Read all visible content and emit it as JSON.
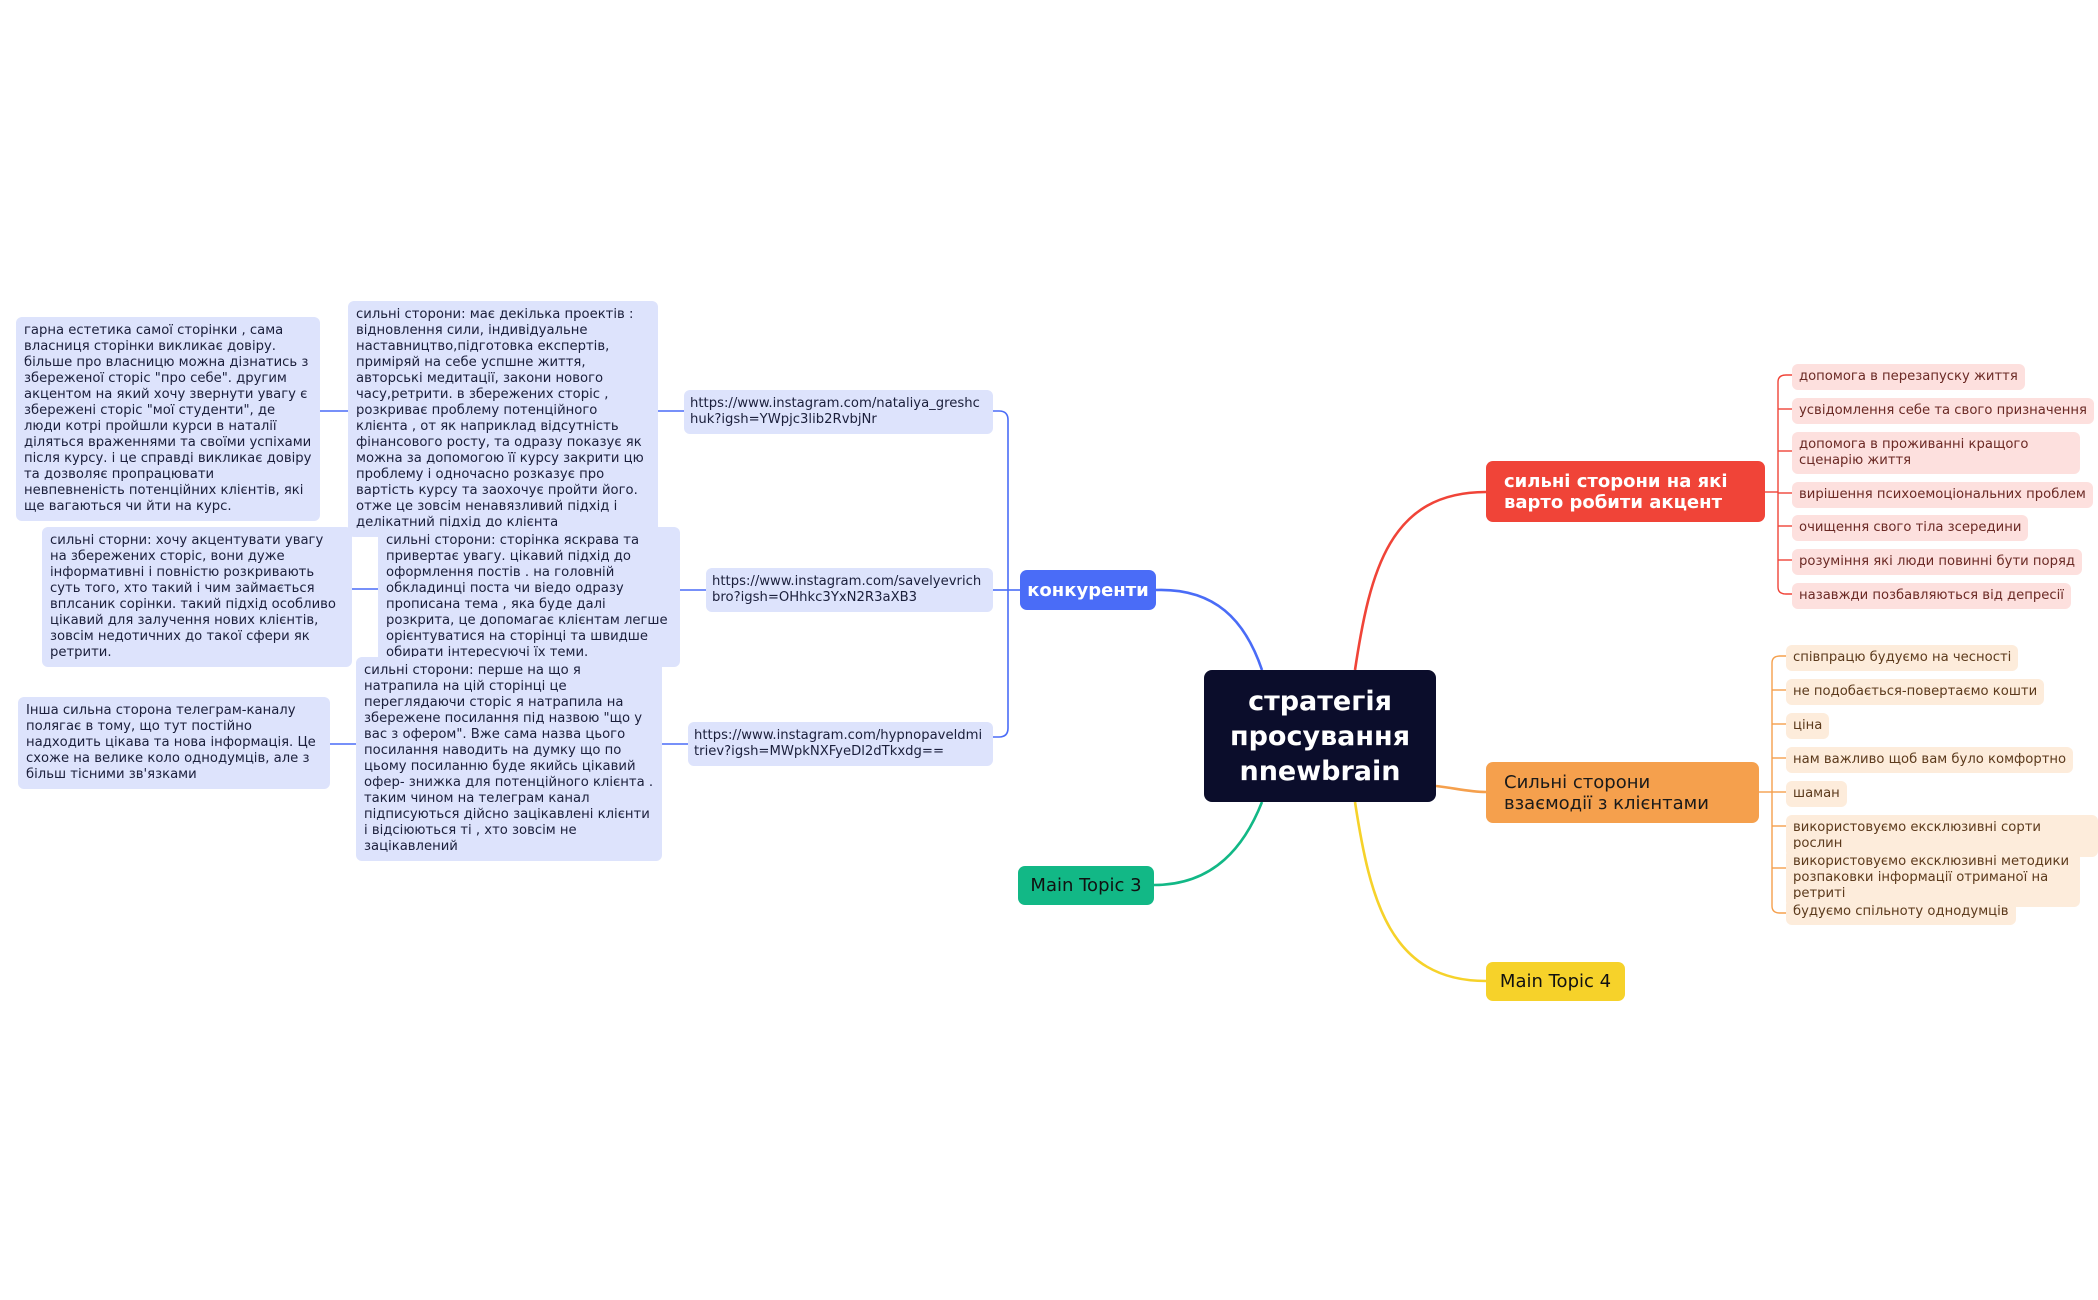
{
  "central": {
    "title": "стратегія\nпросування\nnnewbrain"
  },
  "branches": {
    "competitors": {
      "label": "конкуренти",
      "urls": [
        "https://www.instagram.com/nataliya_greshchuk?igsh=YWpjc3lib2RvbjNr",
        "https://www.instagram.com/savelyevrichbro?igsh=OHhkc3YxN2R3aXB3",
        "https://www.instagram.com/hypnopaveldmitriev?igsh=MWpkNXFyeDl2dTkxdg=="
      ],
      "details": [
        "сильні сторони: має декілька проектів : відновлення сили, індивідуальне наставництво,підготовка експертів, приміряй на себе успшне життя, авторські медитації, закони нового часу,ретрити. в збережених сторіс , розкриває проблему потенційного клієнта , от як наприклад відсутність фінансового росту, та одразу показує як можна за допомогою її курсу закрити цю проблему і одночасно розказує про вартість курсу та заохочує пройти його. отже це зовсім ненавязливий підхід і делікатний підхід до клієнта",
        "сильні сторони: сторінка яскрава та привертає увагу. цікавий підхід до оформлення постів . на головній обкладинці поста чи віедо  одразу прописана тема , яка буде далі розкрита, це допомагає клієнтам легше орієнтуватися на сторінці та швидше обирати інтересуючі їх теми.",
        "сильні сторони: перше на що я натрапила на цій сторінці це переглядаючи сторіс я натрапила на збережене посилання під назвою \"що у вас з офером\". Вже сама назва цього посилання наводить на думку що по цьому посиланню буде якийсь цікавий офер- знижка для потенційного клієнта . таким чином на телеграм канал підписуються дійсно зацікавлені клієнти і відсіюються ті , хто зовсім не зацікавлений"
      ],
      "extras": [
        "гарна естетика самої сторінки , сама власниця сторінки викликає довіру. більше про власницю можна дізнатись з збереженої сторіс \"про себе\". другим акцентом на який хочу звернути увагу є збережені сторіс \"мої студенти\", де люди котрі пройшли курси в наталії діляться враженнями та своїми успіхами після курсу. і це справді викликає довіру та дозволяє пропрацювати невпевненість потенційних клієнтів, які ще вагаються чи йти на курс.",
        "сильні сторни: хочу акцентувати увагу на збережених сторіс, вони дуже інформативні і повністю розкривають суть того, хто такий і чим займається вплсаник сорінки. такий підхід особливо цікавий для залучення нових клієнтів, зовсім недотичних до такої сфери як ретрити.",
        "Інша сильна сторона телеграм-каналу полягає в тому, що тут постійно надходить цікава та нова інформація. Це схоже на велике коло однодумців, але з більш тісними зв'язками"
      ]
    },
    "strengths_focus": {
      "label": "сильні сторони на які варто робити акцент",
      "items": [
        "допомога в перезапуску життя",
        "усвідомлення себе  та свого призначення",
        "допомога в проживанні кращого сценарію життя",
        "вирішення психоемоціональних проблем",
        "очищення свого тіла зсередини",
        "розуміння які люди повинні бути поряд",
        "назавжди позбавляються від депресії"
      ]
    },
    "client_interaction": {
      "label": "Сильні сторони взаємодії з клієнтами",
      "items": [
        "співпрацю будуємо на чесності",
        "не подобається-повертаємо кошти",
        "ціна",
        "нам важливо щоб вам було комфортно",
        "шаман",
        "використовуємо ексклюзивні сорти рослин",
        "використовуємо ексклюзивні методики розпаковки інформації отриманої на ретриті",
        "будуємо спільноту однодумців"
      ]
    },
    "topic3": {
      "label": "Main Topic 3"
    },
    "topic4": {
      "label": "Main Topic 4"
    }
  },
  "colors": {
    "central": "#0b0d2b",
    "competitors": "#4a6cf7",
    "strengths_focus": "#f04438",
    "client_interaction": "#f5a04d",
    "topic3": "#12b886",
    "topic4": "#f6d22a"
  }
}
